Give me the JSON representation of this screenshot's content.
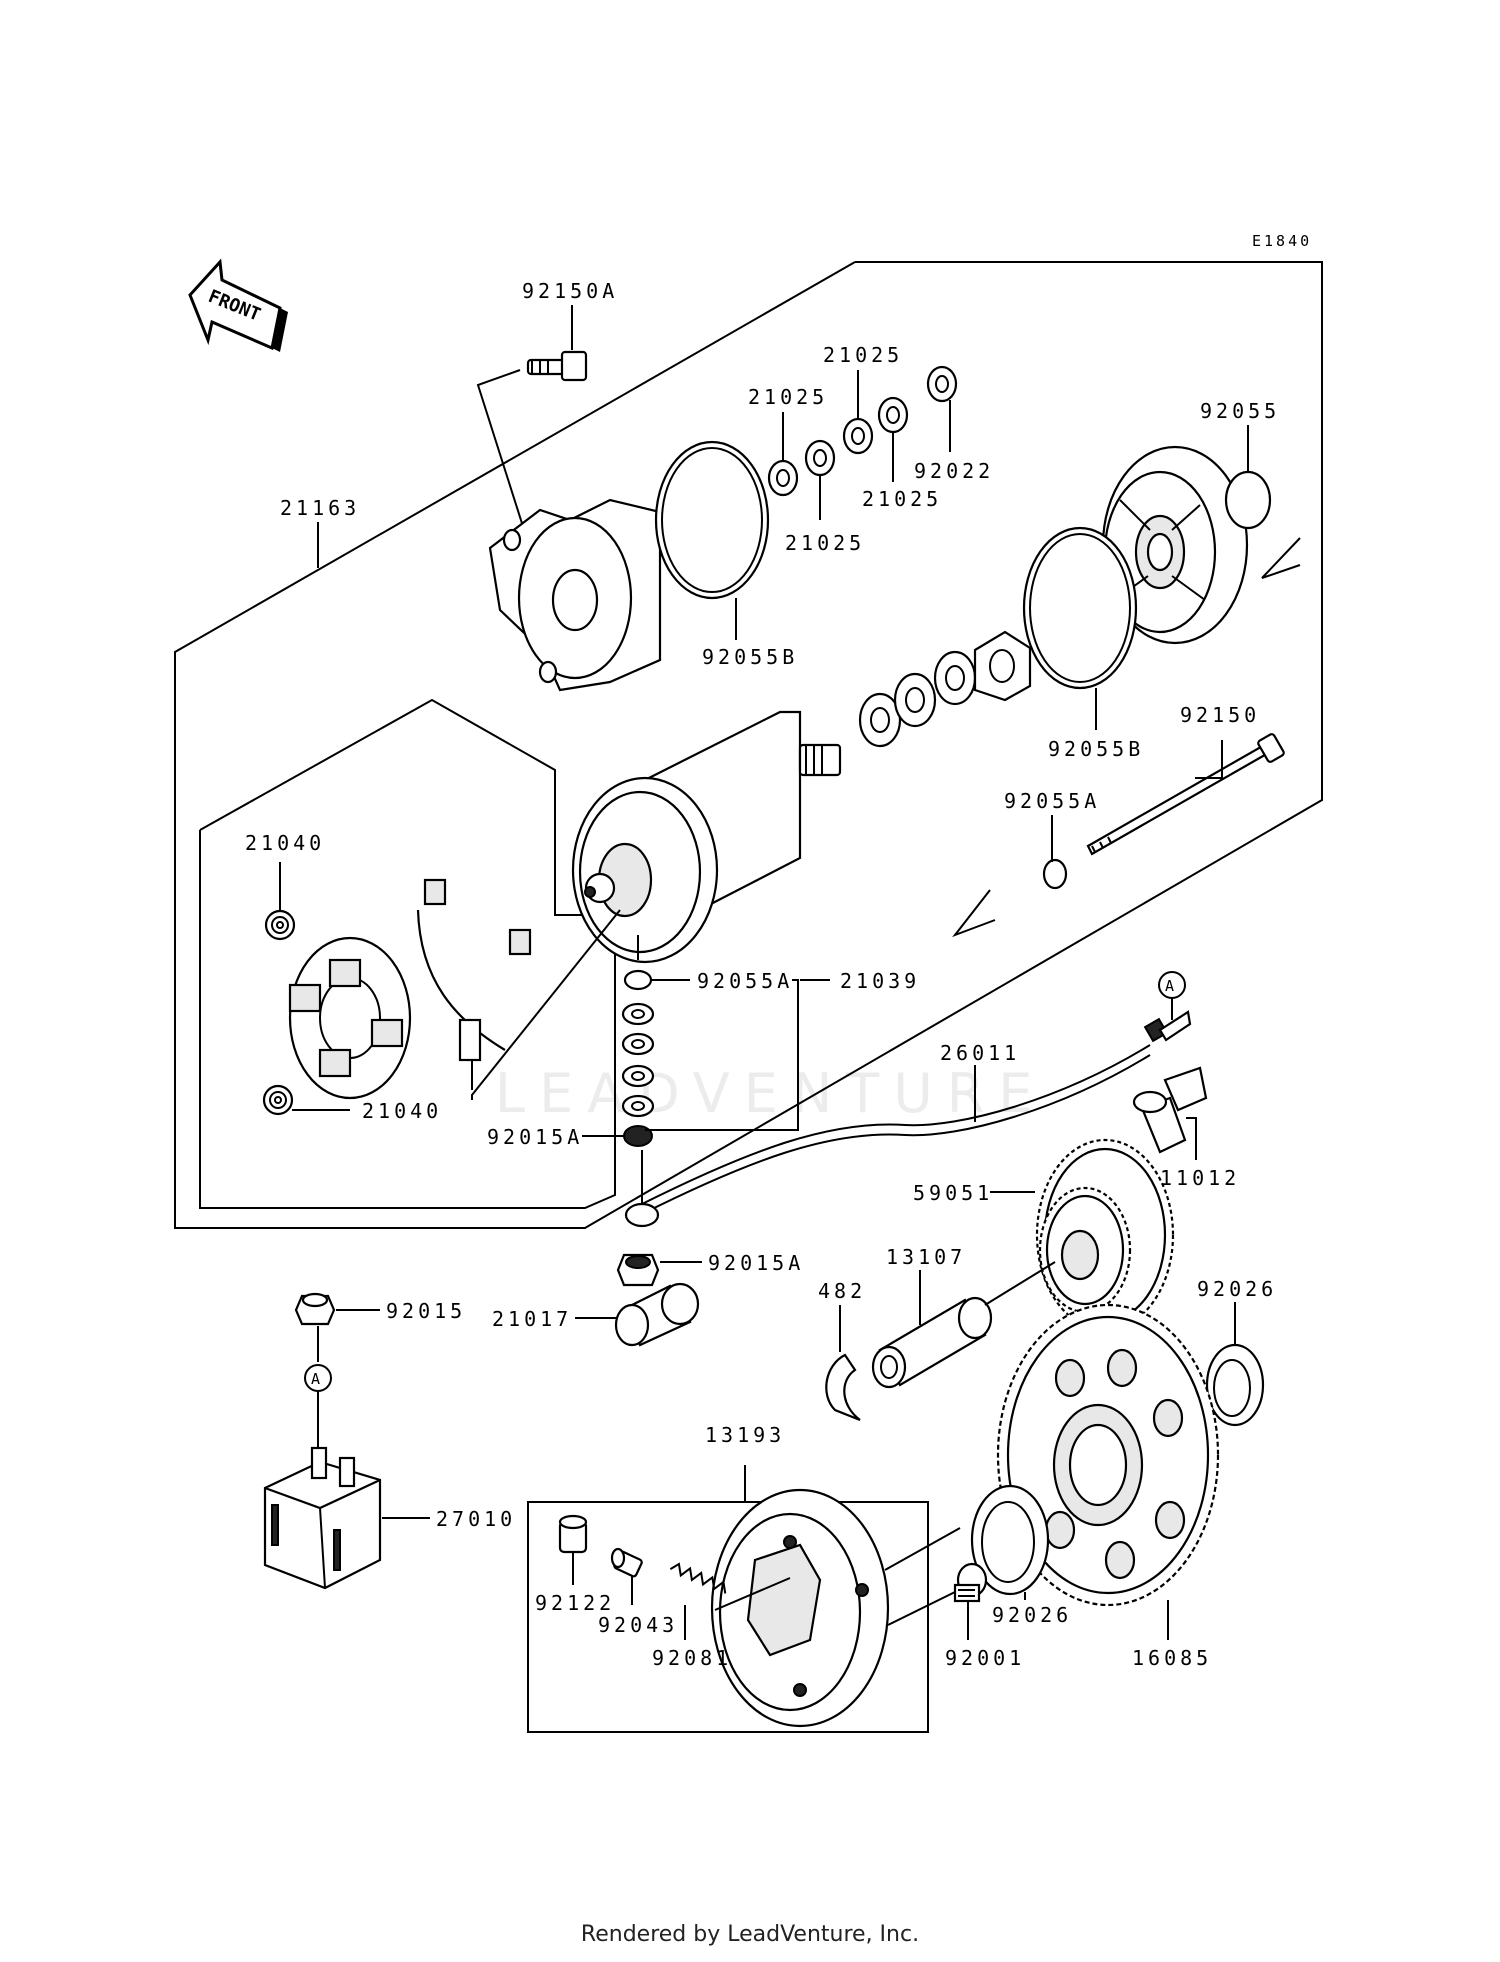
{
  "diagram": {
    "code": "E1840",
    "front_label": "FRONT",
    "watermark": "LEADVENTURE",
    "callouts": {
      "92150A": "92150A",
      "21025_a": "21025",
      "21025_b": "21025",
      "21025_c": "21025",
      "21025_d": "21025",
      "92022": "92022",
      "92055": "92055",
      "21163": "21163",
      "92055B_a": "92055B",
      "92055B_b": "92055B",
      "92150": "92150",
      "92055A_a": "92055A",
      "92055A_b": "92055A",
      "21039": "21039",
      "21040_a": "21040",
      "21040_b": "21040",
      "92015A_a": "92015A",
      "92015A_b": "92015A",
      "26011": "26011",
      "11012": "11012",
      "59051": "59051",
      "13107": "13107",
      "482": "482",
      "92026_a": "92026",
      "92026_b": "92026",
      "92015": "92015",
      "21017": "21017",
      "ref_A_top": "A",
      "ref_A_bottom": "A",
      "27010": "27010",
      "13193": "13193",
      "92122": "92122",
      "92043": "92043",
      "92081": "92081",
      "92001": "92001",
      "16085": "16085"
    }
  },
  "footer": "Rendered by LeadVenture, Inc."
}
